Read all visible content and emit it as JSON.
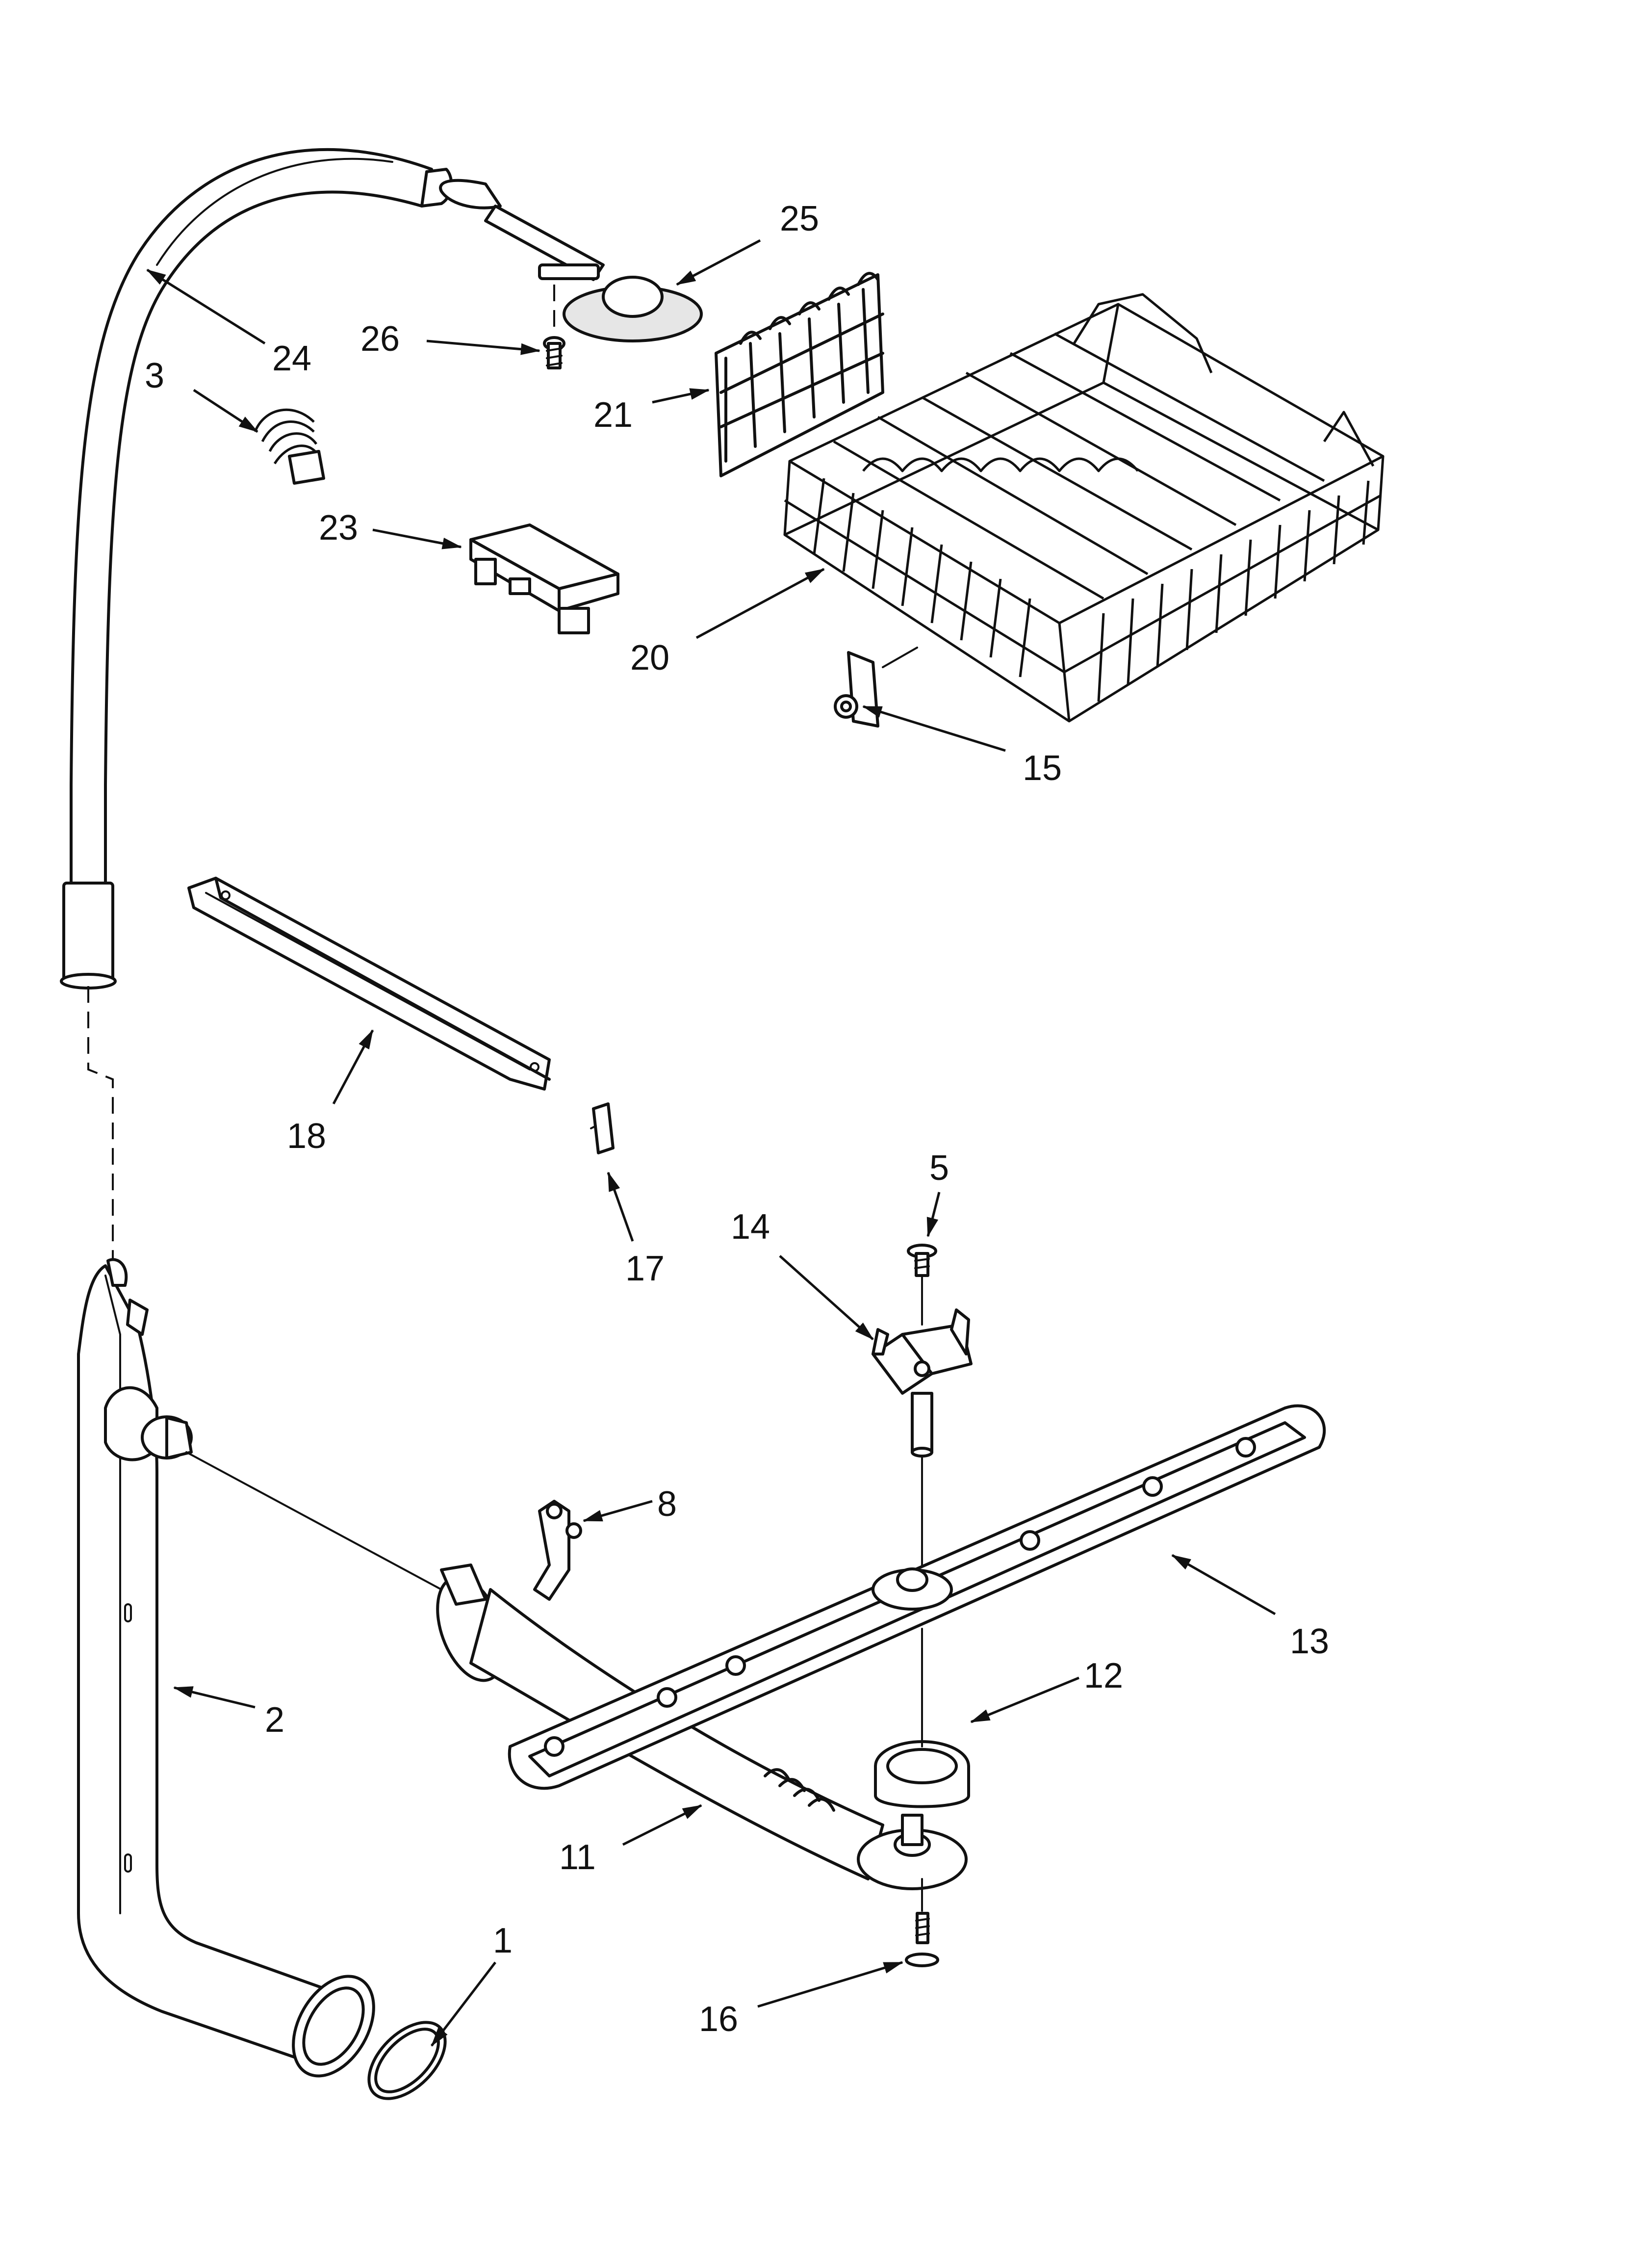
{
  "callouts": {
    "p1": "1",
    "p2": "2",
    "p3": "3",
    "p5": "5",
    "p8": "8",
    "p11": "11",
    "p12": "12",
    "p13": "13",
    "p14": "14",
    "p15": "15",
    "p16": "16",
    "p17": "17",
    "p18": "18",
    "p20": "20",
    "p21": "21",
    "p23": "23",
    "p24": "24",
    "p25": "25",
    "p26": "26"
  },
  "colors": {
    "ink": "#111111",
    "background": "#ffffff",
    "shade": "#e6e6e6"
  }
}
